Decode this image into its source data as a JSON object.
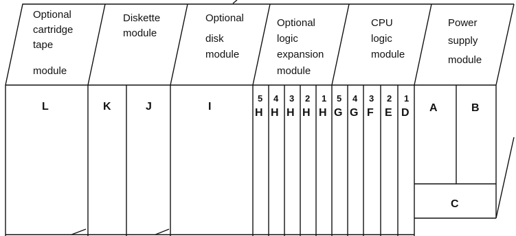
{
  "modules": [
    {
      "name": "tape",
      "lines": [
        "Optional",
        "cartridge",
        "tape",
        "module"
      ]
    },
    {
      "name": "diskette",
      "lines": [
        "Diskette",
        "module"
      ]
    },
    {
      "name": "disk",
      "lines": [
        "Optional",
        "disk",
        "module"
      ]
    },
    {
      "name": "logic-expansion",
      "lines": [
        "Optional",
        "logic",
        "expansion",
        "module"
      ]
    },
    {
      "name": "cpu",
      "lines": [
        "CPU",
        "logic",
        "module"
      ]
    },
    {
      "name": "power",
      "lines": [
        "Power",
        "supply",
        "module"
      ]
    }
  ],
  "slots": {
    "L": "L",
    "K": "K",
    "J": "J",
    "I": "I",
    "H5": {
      "num": "5",
      "letter": "H"
    },
    "H4": {
      "num": "4",
      "letter": "H"
    },
    "H3": {
      "num": "3",
      "letter": "H"
    },
    "H2": {
      "num": "2",
      "letter": "H"
    },
    "H1": {
      "num": "1",
      "letter": "H"
    },
    "G5": {
      "num": "5",
      "letter": "G"
    },
    "G4": {
      "num": "4",
      "letter": "G"
    },
    "F3": {
      "num": "3",
      "letter": "F"
    },
    "E2": {
      "num": "2",
      "letter": "E"
    },
    "D1": {
      "num": "1",
      "letter": "D"
    },
    "A": "A",
    "B": "B",
    "C": "C"
  }
}
